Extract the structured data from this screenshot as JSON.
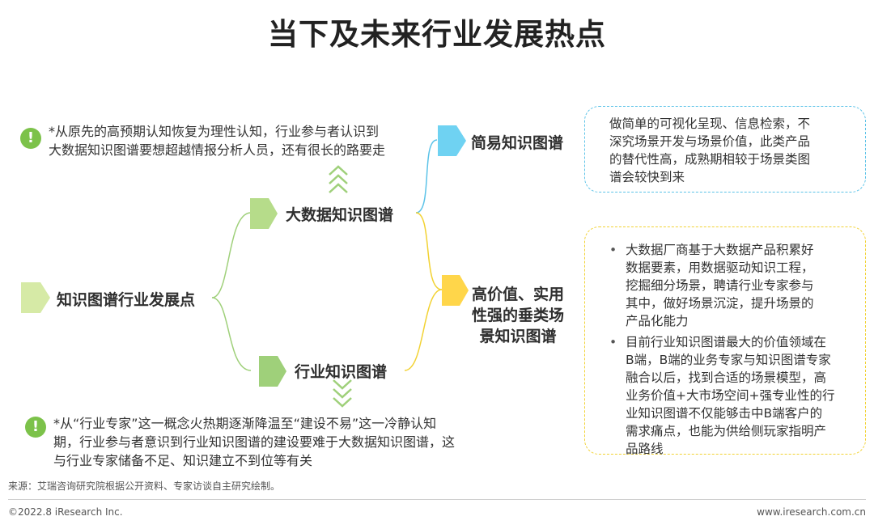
{
  "title": "当下及未来行业发展热点",
  "nodes": {
    "root": "知识图谱行业发展点",
    "big_data": "大数据知识图谱",
    "industry": "行业知识图谱",
    "simple": "简易知识图谱",
    "vertical": [
      "高价值、实用",
      "性强的垂类场",
      "景知识图谱"
    ]
  },
  "notes": {
    "top": [
      "*从原先的高预期认知恢复为理性认知，行业参与者认识到",
      "大数据知识图谱要想超越情报分析人员，还有很长的路要走"
    ],
    "bottom": [
      "*从“行业专家”这一概念火热期逐渐降温至“建设不易”这一冷静认知",
      "期，行业参与者意识到行业知识图谱的建设要难于大数据知识图谱，这",
      "与行业专家储备不足、知识建立不到位等有关"
    ],
    "excl_glyph": "!"
  },
  "simple_box": {
    "lines": [
      "做简单的可视化呈现、信息检索，不",
      "深究场景开发与场景价值，此类产品",
      "的替代性高，成熟期相较于场景类图",
      "谱会较快到来"
    ]
  },
  "vertical_box": {
    "bullets": [
      [
        "大数据厂商基于大数据产品积累好",
        "数据要素，用数据驱动知识工程，",
        "挖掘细分场景，聘请行业专家参与",
        "其中，做好场景沉淀，提升场景的",
        "产品化能力"
      ],
      [
        "目前行业知识图谱最大的价值领域在",
        "B端，B端的业务专家与知识图谱专家",
        "融合以后，找到合适的场景模型，高",
        "业务价值+大市场空间+强专业性的行",
        "业知识图谱不仅能够击中B端客户的",
        "需求痛点，也能为供给侧玩家指明产",
        "品路线"
      ]
    ]
  },
  "footer": {
    "source": "来源：艾瑞咨询研究院根据公开资料、专家访谈自主研究绘制。",
    "copyright": "©2022.8 iResearch Inc.",
    "website": "www.iresearch.com.cn"
  },
  "colors": {
    "green_light": "#d6eaa6",
    "green_mid": "#b6dc8a",
    "green_dark": "#9fd07a",
    "green_line": "#9fd07a",
    "cyan": "#6fd2f2",
    "cyan_line": "#5cc3e8",
    "yellow": "#ffd64a",
    "yellow_line": "#f2d233",
    "excl": "#7cc24a"
  }
}
